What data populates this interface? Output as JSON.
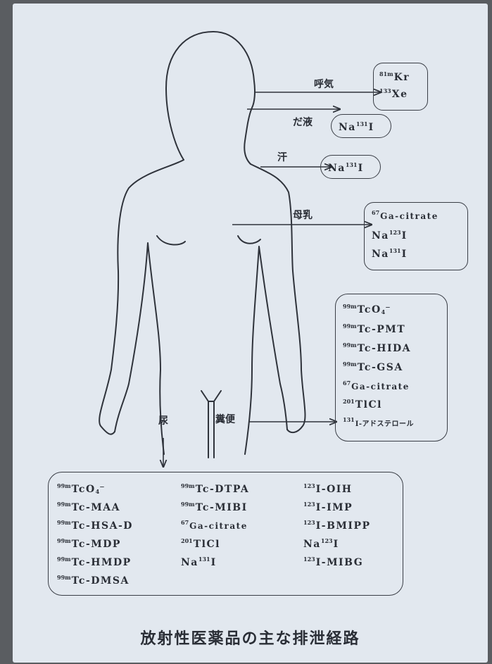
{
  "caption": "放射性医薬品の主な排泄経路",
  "routes": {
    "breath": "呼気",
    "saliva": "だ液",
    "sweat": "汗",
    "milk": "母乳",
    "feces": "糞便",
    "urine": "尿"
  },
  "boxes": {
    "breath": [
      {
        "sup": "81m",
        "text": "Kr"
      },
      {
        "sup": "133",
        "text": "Xe"
      }
    ],
    "saliva": [
      {
        "sup": "",
        "text": "Na",
        "sup2": "131",
        "text2": "I"
      }
    ],
    "sweat": [
      {
        "sup": "",
        "text": "Na",
        "sup2": "131",
        "text2": "I"
      }
    ],
    "milk": [
      {
        "sup": "67",
        "text": "Ga-citrate"
      },
      {
        "sup": "",
        "text": "Na",
        "sup2": "123",
        "text2": "I"
      },
      {
        "sup": "",
        "text": "Na",
        "sup2": "131",
        "text2": "I"
      }
    ],
    "feces": [
      {
        "sup": "99m",
        "text": "TcO",
        "sub": "4",
        "tail": "⁻"
      },
      {
        "sup": "99m",
        "text": "Tc-PMT"
      },
      {
        "sup": "99m",
        "text": "Tc-HIDA"
      },
      {
        "sup": "99m",
        "text": "Tc-GSA"
      },
      {
        "sup": "67",
        "text": "Ga-citrate"
      },
      {
        "sup": "201",
        "text": "TlCl"
      },
      {
        "sup": "131",
        "text": "I-アドステロール"
      }
    ],
    "urine_col1": [
      {
        "sup": "99m",
        "text": "TcO",
        "sub": "4",
        "tail": "⁻"
      },
      {
        "sup": "99m",
        "text": "Tc-MAA"
      },
      {
        "sup": "99m",
        "text": "Tc-HSA-D"
      },
      {
        "sup": "99m",
        "text": "Tc-MDP"
      },
      {
        "sup": "99m",
        "text": "Tc-HMDP"
      },
      {
        "sup": "99m",
        "text": "Tc-DMSA"
      }
    ],
    "urine_col2": [
      {
        "sup": "99m",
        "text": "Tc-DTPA"
      },
      {
        "sup": "99m",
        "text": "Tc-MIBI"
      },
      {
        "sup": "67",
        "text": "Ga-citrate"
      },
      {
        "sup": "201",
        "text": "TlCl"
      },
      {
        "sup": "",
        "text": "Na",
        "sup2": "131",
        "text2": "I"
      }
    ],
    "urine_col3": [
      {
        "sup": "123",
        "text": "I-OIH"
      },
      {
        "sup": "123",
        "text": "I-IMP"
      },
      {
        "sup": "123",
        "text": "I-BMIPP"
      },
      {
        "sup": "",
        "text": "Na",
        "sup2": "123",
        "text2": "I"
      },
      {
        "sup": "123",
        "text": "I-MIBG"
      }
    ]
  },
  "colors": {
    "ink": "#2a2e36",
    "paper": "#e2e8ef",
    "frame": "#5a5d61"
  }
}
